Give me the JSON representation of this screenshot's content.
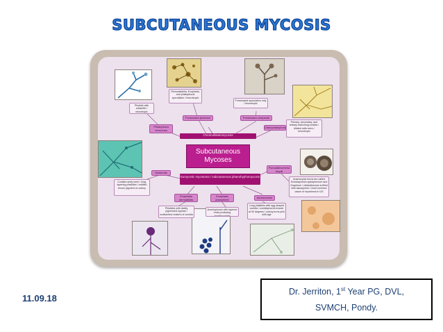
{
  "slide": {
    "title": "SUBCUTANEOUS MYCOSIS",
    "date": "11.09.18",
    "presenter": {
      "name_pre": "Dr. Jerriton, 1",
      "superscript": "st",
      "name_post": " Year PG, DVL,",
      "institution": "SVMCH, Pondy."
    }
  },
  "diagram": {
    "center": {
      "line1": "Subcutaneous",
      "line2": "Mycoses"
    },
    "band_top": "Chromoblastomycosis",
    "band_bottom": "Eumycetic mycetoma / subcutaneous phaeohyphomycosis",
    "nodes": {
      "rhino_desc": "Rhinocladiella, Exophiala, and phialophoral sporulation / heurotropic",
      "fonsecaea_pedrosoi": "Fonsecaea pedrosoi",
      "fonsecaea_desc": "Fonsecaeal sporulation only / heurotropic",
      "fonsecaea_compacta": "Fonsecaea compacta",
      "phialide_desc": "Phialide with collarette / neurotropic",
      "phialophora": "Phialophora verrucosa",
      "cladophialophora": "Cladophialophora",
      "clado_desc": "Primary, secondary, and tertiary branching conidia / dilated cells seen / neurotropic",
      "madurella": "Madurella",
      "madurella_desc": "Conidia rarely seen / long, tapering phialides / reddish brown pigment on colony",
      "pseudallescheria": "Pseudallescheria boydii",
      "pseud_desc": "Anamorphic forms are called Scedosporium apiospermum and Graphium / cleistothecium is filled with ascospores / most common cause of mycetoma in US",
      "exophiala_dermatitidis": "Exophiala dermatitidis",
      "exophiala_jeanselmei": "Exophiala jeanselmei",
      "acremonium": "Acremonium",
      "dermatitidis_desc": "Phialides with darkly pigmented hyphae / unattached clusters of conidia",
      "jeanselmei_desc": "Annelophores with tapered ends producing annelloconidia",
      "acremonium_desc": "Long phialides with egg-shaped conidia / conidiophores branch at 90 degrees / colony turns pink with age"
    },
    "colors": {
      "center": "#bb1e8f",
      "band": "#a01070",
      "tag": "#d786cc",
      "title": "#2a78d6"
    }
  }
}
